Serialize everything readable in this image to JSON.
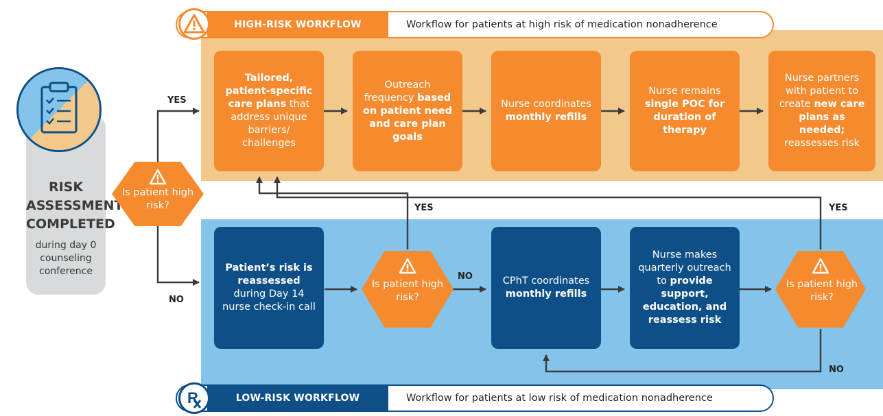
{
  "high_workflow": {
    "tag": "HIGH-RISK WORKFLOW",
    "description": "Workflow for patients at high risk of medication nonadherence",
    "icon": "warning-icon",
    "color": "#F58A2E",
    "band_color": "#F3C98B",
    "steps": [
      {
        "parts": [
          {
            "t": "Tailored, patient-specific care plans",
            "b": true
          },
          {
            "t": " that address unique barriers/ challenges",
            "b": false
          }
        ]
      },
      {
        "parts": [
          {
            "t": "Outreach frequency ",
            "b": false
          },
          {
            "t": "based on patient need and care plan goals",
            "b": true
          }
        ]
      },
      {
        "parts": [
          {
            "t": "Nurse coordinates ",
            "b": false
          },
          {
            "t": "monthly refills",
            "b": true
          }
        ]
      },
      {
        "parts": [
          {
            "t": "Nurse remains ",
            "b": false
          },
          {
            "t": "single POC for duration of therapy",
            "b": true
          }
        ]
      },
      {
        "parts": [
          {
            "t": "Nurse partners with patient to create ",
            "b": false
          },
          {
            "t": "new care plans as needed;",
            "b": true
          },
          {
            "t": " reassesses risk",
            "b": false
          }
        ]
      }
    ]
  },
  "low_workflow": {
    "tag": "LOW-RISK WORKFLOW",
    "description": "Workflow for patients at low risk of medication nonadherence",
    "icon": "rx-icon",
    "color": "#0D4F86",
    "band_color": "#84C3EA",
    "steps": [
      {
        "parts": [
          {
            "t": "Patient’s risk is reassessed",
            "b": true
          },
          {
            "t": " during Day 14 nurse check-in call",
            "b": false
          }
        ]
      },
      {
        "parts": [
          {
            "t": "CPhT coordinates ",
            "b": false
          },
          {
            "t": "monthly refills",
            "b": true
          }
        ]
      },
      {
        "parts": [
          {
            "t": "Nurse makes quarterly outreach to ",
            "b": false
          },
          {
            "t": "provide support, education, and reassess risk",
            "b": true
          }
        ]
      }
    ]
  },
  "risk_assessment": {
    "icon": "clipboard-checklist-icon",
    "title": "RISK ASSESSMENT COMPLETED",
    "subtitle": "during day 0 counseling conference"
  },
  "decision": {
    "question": "Is patient high risk?",
    "icon": "warning-icon"
  },
  "labels": {
    "yes": "YES",
    "no": "NO"
  }
}
